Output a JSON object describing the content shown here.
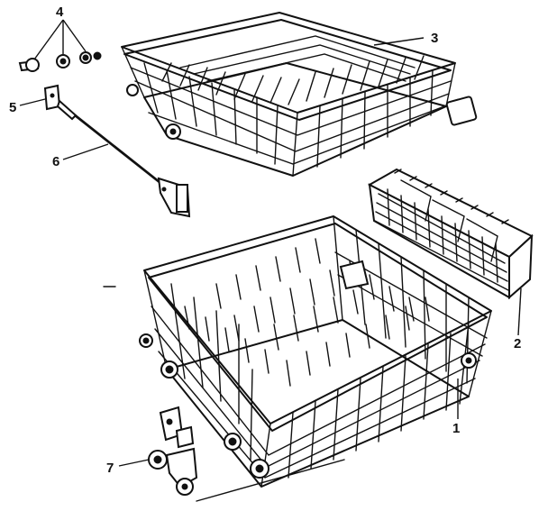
{
  "callouts": [
    {
      "id": "1",
      "label": "1",
      "part": "lower-rack"
    },
    {
      "id": "2",
      "label": "2",
      "part": "silverware-basket"
    },
    {
      "id": "3",
      "label": "3",
      "part": "upper-rack"
    },
    {
      "id": "4",
      "label": "4",
      "part": "stop-clip-assembly"
    },
    {
      "id": "5",
      "label": "5",
      "part": "track-end-cap"
    },
    {
      "id": "6",
      "label": "6",
      "part": "upper-rack-track"
    },
    {
      "id": "7",
      "label": "7",
      "part": "lower-rack-roller"
    }
  ]
}
